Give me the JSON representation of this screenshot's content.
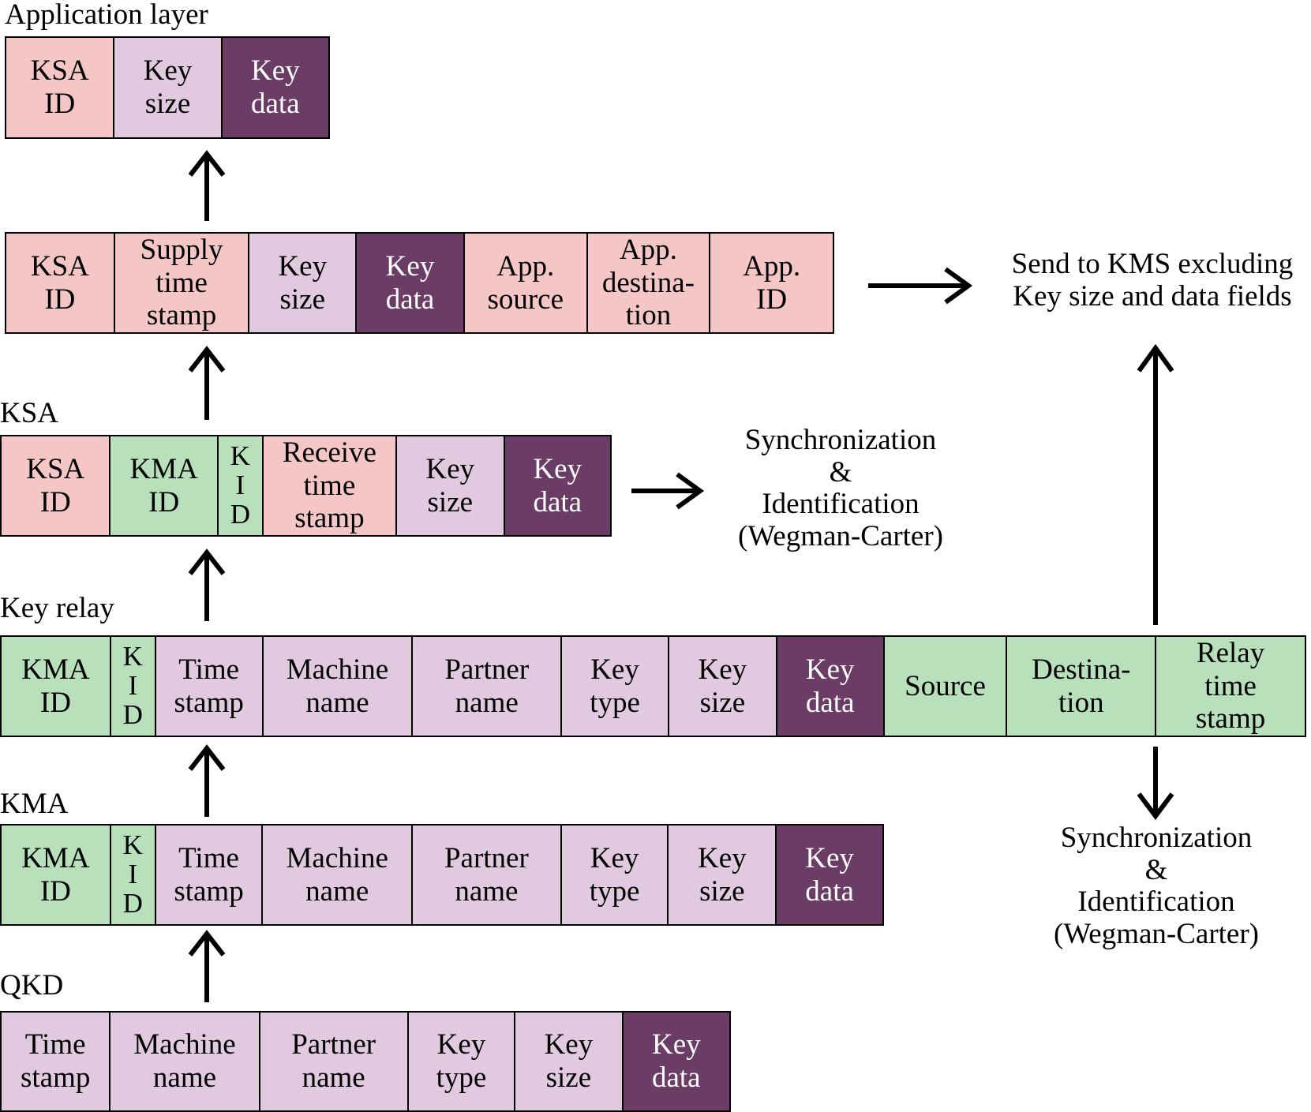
{
  "labels": {
    "application_layer": "Application layer",
    "ksa": "KSA",
    "key_relay": "Key relay",
    "kma": "KMA",
    "qkd": "QKD"
  },
  "rows": {
    "application": [
      {
        "text": "KSA\nID",
        "color": "pink"
      },
      {
        "text": "Key\nsize",
        "color": "lav"
      },
      {
        "text": "Key\ndata",
        "color": "plum"
      }
    ],
    "supply": [
      {
        "text": "KSA\nID",
        "color": "pink"
      },
      {
        "text": "Supply\ntime\nstamp",
        "color": "pink"
      },
      {
        "text": "Key\nsize",
        "color": "lav"
      },
      {
        "text": "Key\ndata",
        "color": "plum"
      },
      {
        "text": "App.\nsource",
        "color": "pink"
      },
      {
        "text": "App.\ndestina-\ntion",
        "color": "pink"
      },
      {
        "text": "App.\nID",
        "color": "pink"
      }
    ],
    "ksa": [
      {
        "text": "KSA\nID",
        "color": "pink"
      },
      {
        "text": "KMA\nID",
        "color": "green"
      },
      {
        "text": "K\nI\nD",
        "color": "green"
      },
      {
        "text": "Receive\ntime\nstamp",
        "color": "pink"
      },
      {
        "text": "Key\nsize",
        "color": "lav"
      },
      {
        "text": "Key\ndata",
        "color": "plum"
      }
    ],
    "key_relay": [
      {
        "text": "KMA\nID",
        "color": "green"
      },
      {
        "text": "K\nI\nD",
        "color": "green"
      },
      {
        "text": "Time\nstamp",
        "color": "lav"
      },
      {
        "text": "Machine\nname",
        "color": "lav"
      },
      {
        "text": "Partner\nname",
        "color": "lav"
      },
      {
        "text": "Key\ntype",
        "color": "lav"
      },
      {
        "text": "Key\nsize",
        "color": "lav"
      },
      {
        "text": "Key\ndata",
        "color": "plum"
      },
      {
        "text": "Source",
        "color": "green"
      },
      {
        "text": "Destina-\ntion",
        "color": "green"
      },
      {
        "text": "Relay\ntime\nstamp",
        "color": "green"
      }
    ],
    "kma": [
      {
        "text": "KMA\nID",
        "color": "green"
      },
      {
        "text": "K\nI\nD",
        "color": "green"
      },
      {
        "text": "Time\nstamp",
        "color": "lav"
      },
      {
        "text": "Machine\nname",
        "color": "lav"
      },
      {
        "text": "Partner\nname",
        "color": "lav"
      },
      {
        "text": "Key\ntype",
        "color": "lav"
      },
      {
        "text": "Key\nsize",
        "color": "lav"
      },
      {
        "text": "Key\ndata",
        "color": "plum"
      }
    ],
    "qkd": [
      {
        "text": "Time\nstamp",
        "color": "lav"
      },
      {
        "text": "Machine\nname",
        "color": "lav"
      },
      {
        "text": "Partner\nname",
        "color": "lav"
      },
      {
        "text": "Key\ntype",
        "color": "lav"
      },
      {
        "text": "Key\nsize",
        "color": "lav"
      },
      {
        "text": "Key\ndata",
        "color": "plum"
      }
    ]
  },
  "notes": {
    "send_to_kms": "Send to KMS excluding\nKey size and data fields",
    "sync_ksa": "Synchronization\n&\nIdentification\n(Wegman-Carter)",
    "sync_relay": "Synchronization\n&\nIdentification\n(Wegman-Carter)"
  },
  "colors": {
    "pink": "#f4c6c6",
    "lav": "#e1c9df",
    "green": "#b8e0bb",
    "plum": "#6b3d66"
  }
}
